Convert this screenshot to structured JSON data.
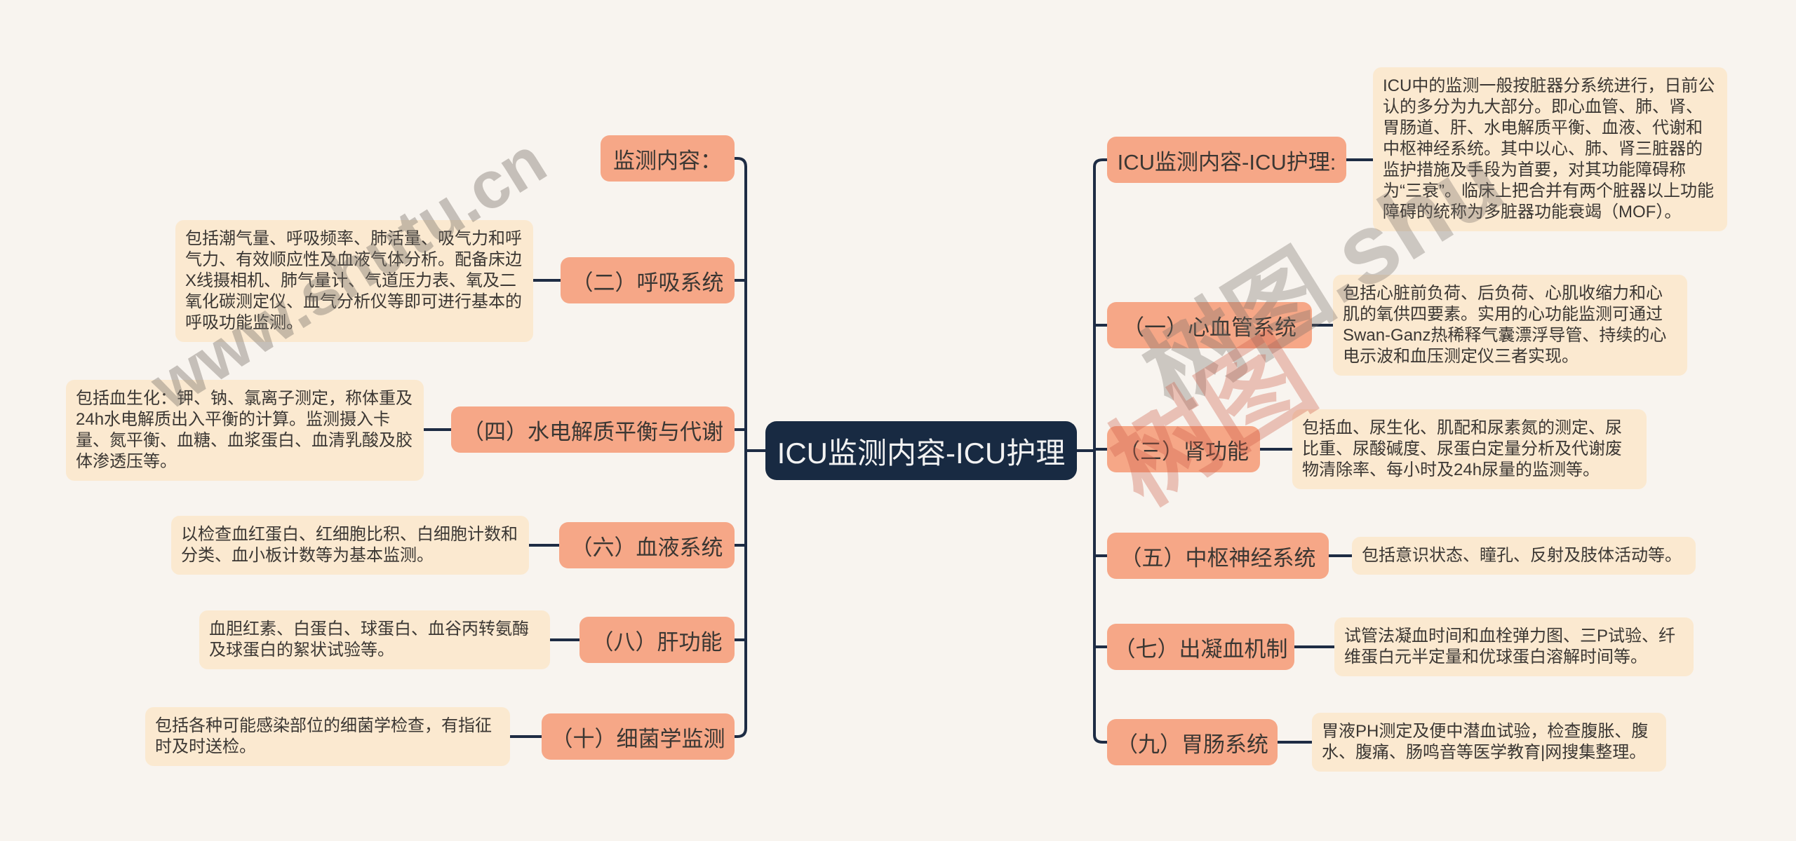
{
  "colors": {
    "background": "#f8f4ef",
    "node_bg": "#f6a787",
    "desc_bg": "#fbe9d0",
    "center_bg": "#182a42",
    "line": "#1e2c44",
    "text": "#3b3733"
  },
  "watermarks": {
    "left": "www.shutu.cn",
    "right_gray": "树图.shu",
    "right_red": "树图"
  },
  "center": {
    "title": "ICU监测内容-ICU护理"
  },
  "left_branches": [
    {
      "label": "监测内容：",
      "desc": ""
    },
    {
      "label": "（二）呼吸系统",
      "desc": "包括潮气量、呼吸频率、肺活量、吸气力和呼气力、有效顺应性及血液气体分析。配备床边X线摄相机、肺气量计、气道压力表、氧及二氧化碳测定仪、血气分析仪等即可进行基本的呼吸功能监测。"
    },
    {
      "label": "（四）水电解质平衡与代谢",
      "desc": "包括血生化：钾、钠、氯离子测定，称体重及24h水电解质出入平衡的计算。监测摄入卡量、氮平衡、血糖、血浆蛋白、血清乳酸及胶体渗透压等。"
    },
    {
      "label": "（六）血液系统",
      "desc": "以检查血红蛋白、红细胞比积、白细胞计数和分类、血小板计数等为基本监测。"
    },
    {
      "label": "（八）肝功能",
      "desc": "血胆红素、白蛋白、球蛋白、血谷丙转氨酶及球蛋白的絮状试验等。"
    },
    {
      "label": "（十）细菌学监测",
      "desc": "包括各种可能感染部位的细菌学检查，有指征时及时送检。"
    }
  ],
  "right_branches": [
    {
      "label": "ICU监测内容-ICU护理:",
      "desc": "ICU中的监测一般按脏器分系统进行，日前公认的多分为九大部分。即心血管、肺、肾、胃肠道、肝、水电解质平衡、血液、代谢和中枢神经系统。其中以心、肺、肾三脏器的监护措施及手段为首要，对其功能障碍称为“三衰”。临床上把合并有两个脏器以上功能障碍的统称为多脏器功能衰竭（MOF）。"
    },
    {
      "label": "（一）心血管系统",
      "desc": "包括心脏前负荷、后负荷、心肌收缩力和心肌的氧供四要素。实用的心功能监测可通过Swan-Ganz热稀释气囊漂浮导管、持续的心电示波和血压测定仪三者实现。"
    },
    {
      "label": "（三）肾功能",
      "desc": "包括血、尿生化、肌配和尿素氮的测定、尿比重、尿酸碱度、尿蛋白定量分析及代谢废物清除率、每小时及24h尿量的监测等。"
    },
    {
      "label": "（五）中枢神经系统",
      "desc": "包括意识状态、瞳孔、反射及肢体活动等。"
    },
    {
      "label": "（七）出凝血机制",
      "desc": "试管法凝血时间和血栓弹力图、三P试验、纤维蛋白元半定量和优球蛋白溶解时间等。"
    },
    {
      "label": "（九）胃肠系统",
      "desc": "胃液PH测定及便中潜血试验，检查腹胀、腹水、腹痛、肠鸣音等医学教育|网搜集整理。"
    }
  ]
}
